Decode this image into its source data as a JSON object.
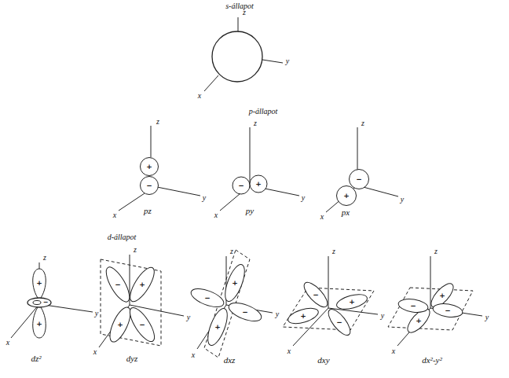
{
  "diagram": {
    "labels": [
      "s-állapot",
      "z",
      "y",
      "x",
      "p-állapot",
      "z",
      "+",
      "−",
      "y",
      "x",
      "pz",
      "z",
      "−",
      "+",
      "y",
      "x",
      "py",
      "z",
      "+",
      "−",
      "y",
      "x",
      "px",
      "d-állapot",
      "z",
      "+",
      "+",
      "−",
      "y",
      "x",
      "dz²",
      "z",
      "−",
      "+",
      "+",
      "−",
      "y",
      "x",
      "dyz",
      "z",
      "+",
      "−",
      "−",
      "+",
      "y",
      "x",
      "dxz",
      "z",
      "−",
      "+",
      "+",
      "−",
      "y",
      "x",
      "dxy",
      "z",
      "+",
      "−",
      "−",
      "+",
      "y",
      "x",
      "dx²-y²"
    ]
  }
}
